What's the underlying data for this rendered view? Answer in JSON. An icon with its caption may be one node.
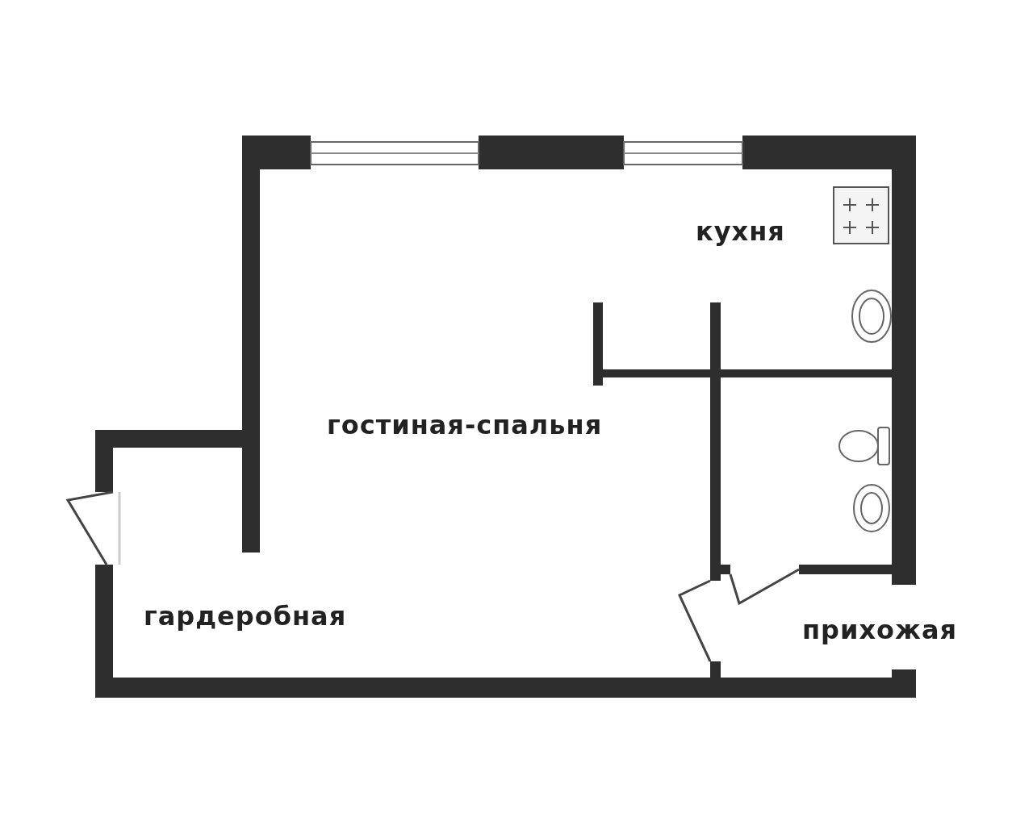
{
  "diagram": {
    "labels": [
      "кухня",
      "гостиная-спальня",
      "гардеробная",
      "прихожая"
    ]
  }
}
